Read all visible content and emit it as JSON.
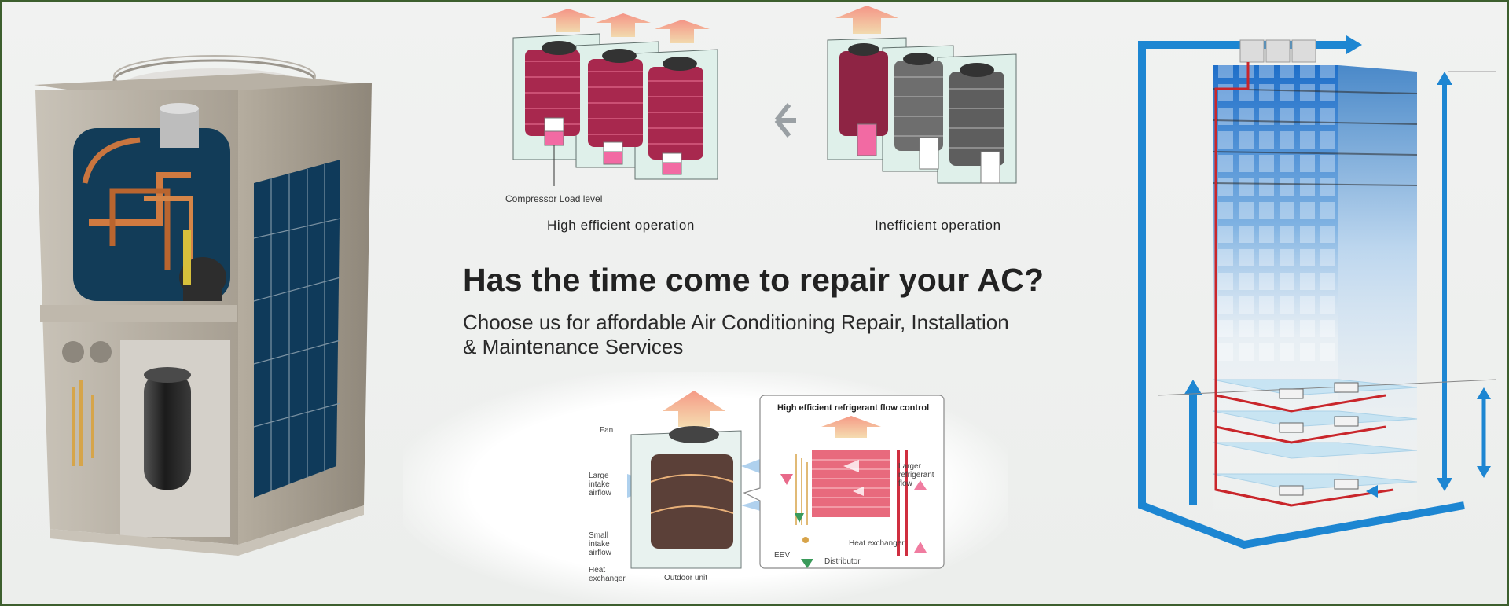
{
  "hero": {
    "headline": "Has the time come to repair your AC?",
    "subline_1": "Choose us for affordable Air Conditioning Repair, Installation",
    "subline_2": "& Maintenance Services"
  },
  "top_diagram": {
    "compressor_label": "Compressor Load level",
    "high_efficient_caption": "High efficient operation",
    "inefficient_caption": "Inefficient operation"
  },
  "bottom_diagram": {
    "panel_title": "High efficient refrigerant flow control",
    "fan_label": "Fan",
    "large_intake_label": [
      "Large",
      "intake",
      "airflow"
    ],
    "small_intake_label": [
      "Small",
      "intake",
      "airflow"
    ],
    "heat_exchanger_label": [
      "Heat",
      "exchanger"
    ],
    "outdoor_unit_label": "Outdoor unit",
    "panel_heat_exchanger_label": "Heat exchanger",
    "eev_label": "EEV",
    "distributor_label": "Distributor",
    "larger_flow_label": [
      "Larger",
      "refrigerant",
      "flow"
    ]
  },
  "colors": {
    "border": "#3d5f2e",
    "pipe_blue": "#1a8ad4",
    "pipe_red": "#c9262b",
    "coil_pink": "#c2375f"
  }
}
